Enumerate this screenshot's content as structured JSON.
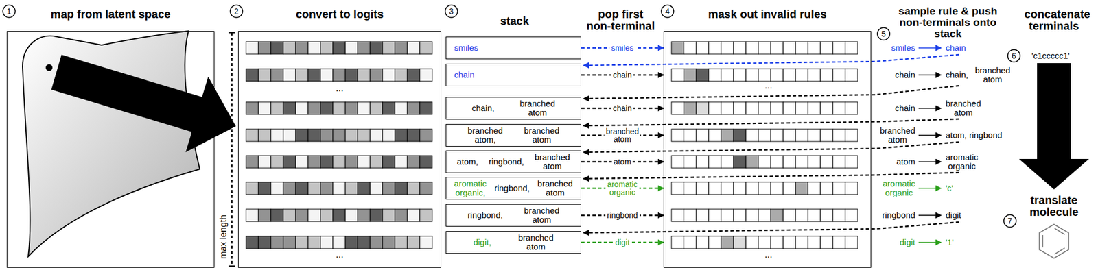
{
  "diagram": {
    "nodes": [
      {
        "text": [
          "map from latent space"
        ]
      },
      {
        "text": [
          "convert to logits"
        ]
      },
      {
        "text": [
          "smiles"
        ]
      },
      {
        "text": [
          "chain"
        ]
      },
      {
        "text": [
          "chain,",
          "branched atom"
        ]
      },
      {
        "text": [
          "branched atom,",
          "branched atom"
        ]
      },
      {
        "text": [
          "atom,",
          "ringbond,",
          "branched atom"
        ]
      },
      {
        "text": [
          "aromatic organic,",
          "ringbond,",
          "branched atom"
        ]
      },
      {
        "text": [
          "ringbond,",
          "branched atom"
        ]
      },
      {
        "text": [
          "digit,",
          "branched atom"
        ]
      },
      {
        "text": [
          "mask out invalid rules"
        ]
      }
    ],
    "edges": [
      {
        "from": 2,
        "to": 10,
        "label": "smiles",
        "arrow": "to"
      },
      {
        "from": 3,
        "to": 10,
        "label": "chain",
        "arrow": "to"
      },
      {
        "from": 4,
        "to": 10,
        "label": "chain",
        "arrow": "to"
      },
      {
        "from": 5,
        "to": 10,
        "label": "branched atom",
        "arrow": "to"
      },
      {
        "from": 6,
        "to": 10,
        "label": "atom",
        "arrow": "to"
      },
      {
        "from": 7,
        "to": 10,
        "label": "aromatic organic",
        "arrow": "to"
      },
      {
        "from": 8,
        "to": 10,
        "label": "ringbond",
        "arrow": "to"
      },
      {
        "from": 9,
        "to": 10,
        "label": "digit",
        "arrow": "to"
      }
    ],
    "labels": [
      "1",
      "2",
      "3",
      "4",
      "5",
      "6",
      "7",
      "stack",
      "pop first non-terminal",
      "sample rule & push non-terminals onto stack",
      "concatenate terminals",
      "'c1ccccc1'",
      "translate molecule",
      "max length",
      "...",
      "...",
      "...",
      "...",
      "smiles",
      "chain",
      "chain",
      "chain,",
      "branched atom",
      "chain",
      "branched atom",
      "branched atom",
      "atom, ringbond",
      "atom",
      "aromatic organic",
      "aromatic organic",
      "'c'",
      "ringbond",
      "digit",
      "digit",
      "'1'"
    ]
  }
}
